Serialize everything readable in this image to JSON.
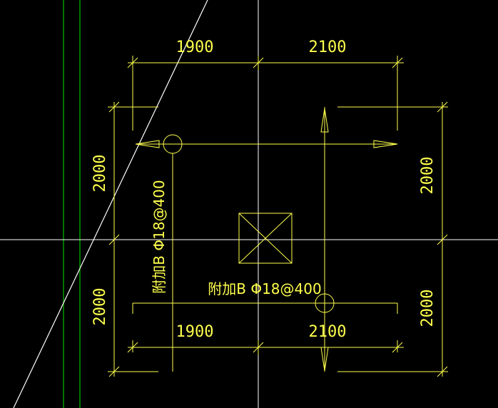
{
  "colors": {
    "background": "#000000",
    "dimension": "#ffff4d",
    "axis": "#ffffff",
    "grid_green": "#00c000"
  },
  "dimensions": {
    "top_left": "1900",
    "top_right": "2100",
    "bottom_left": "1900",
    "bottom_right": "2100",
    "left_upper": "2000",
    "left_lower": "2000",
    "right_upper": "2000",
    "right_lower": "2000"
  },
  "annotations": {
    "vertical_rebar": "附加B Φ18@400",
    "horizontal_rebar": "附加B Φ18@400"
  },
  "icons": {
    "column": "column-cross-icon",
    "rebar_end": "rebar-circle-icon"
  }
}
